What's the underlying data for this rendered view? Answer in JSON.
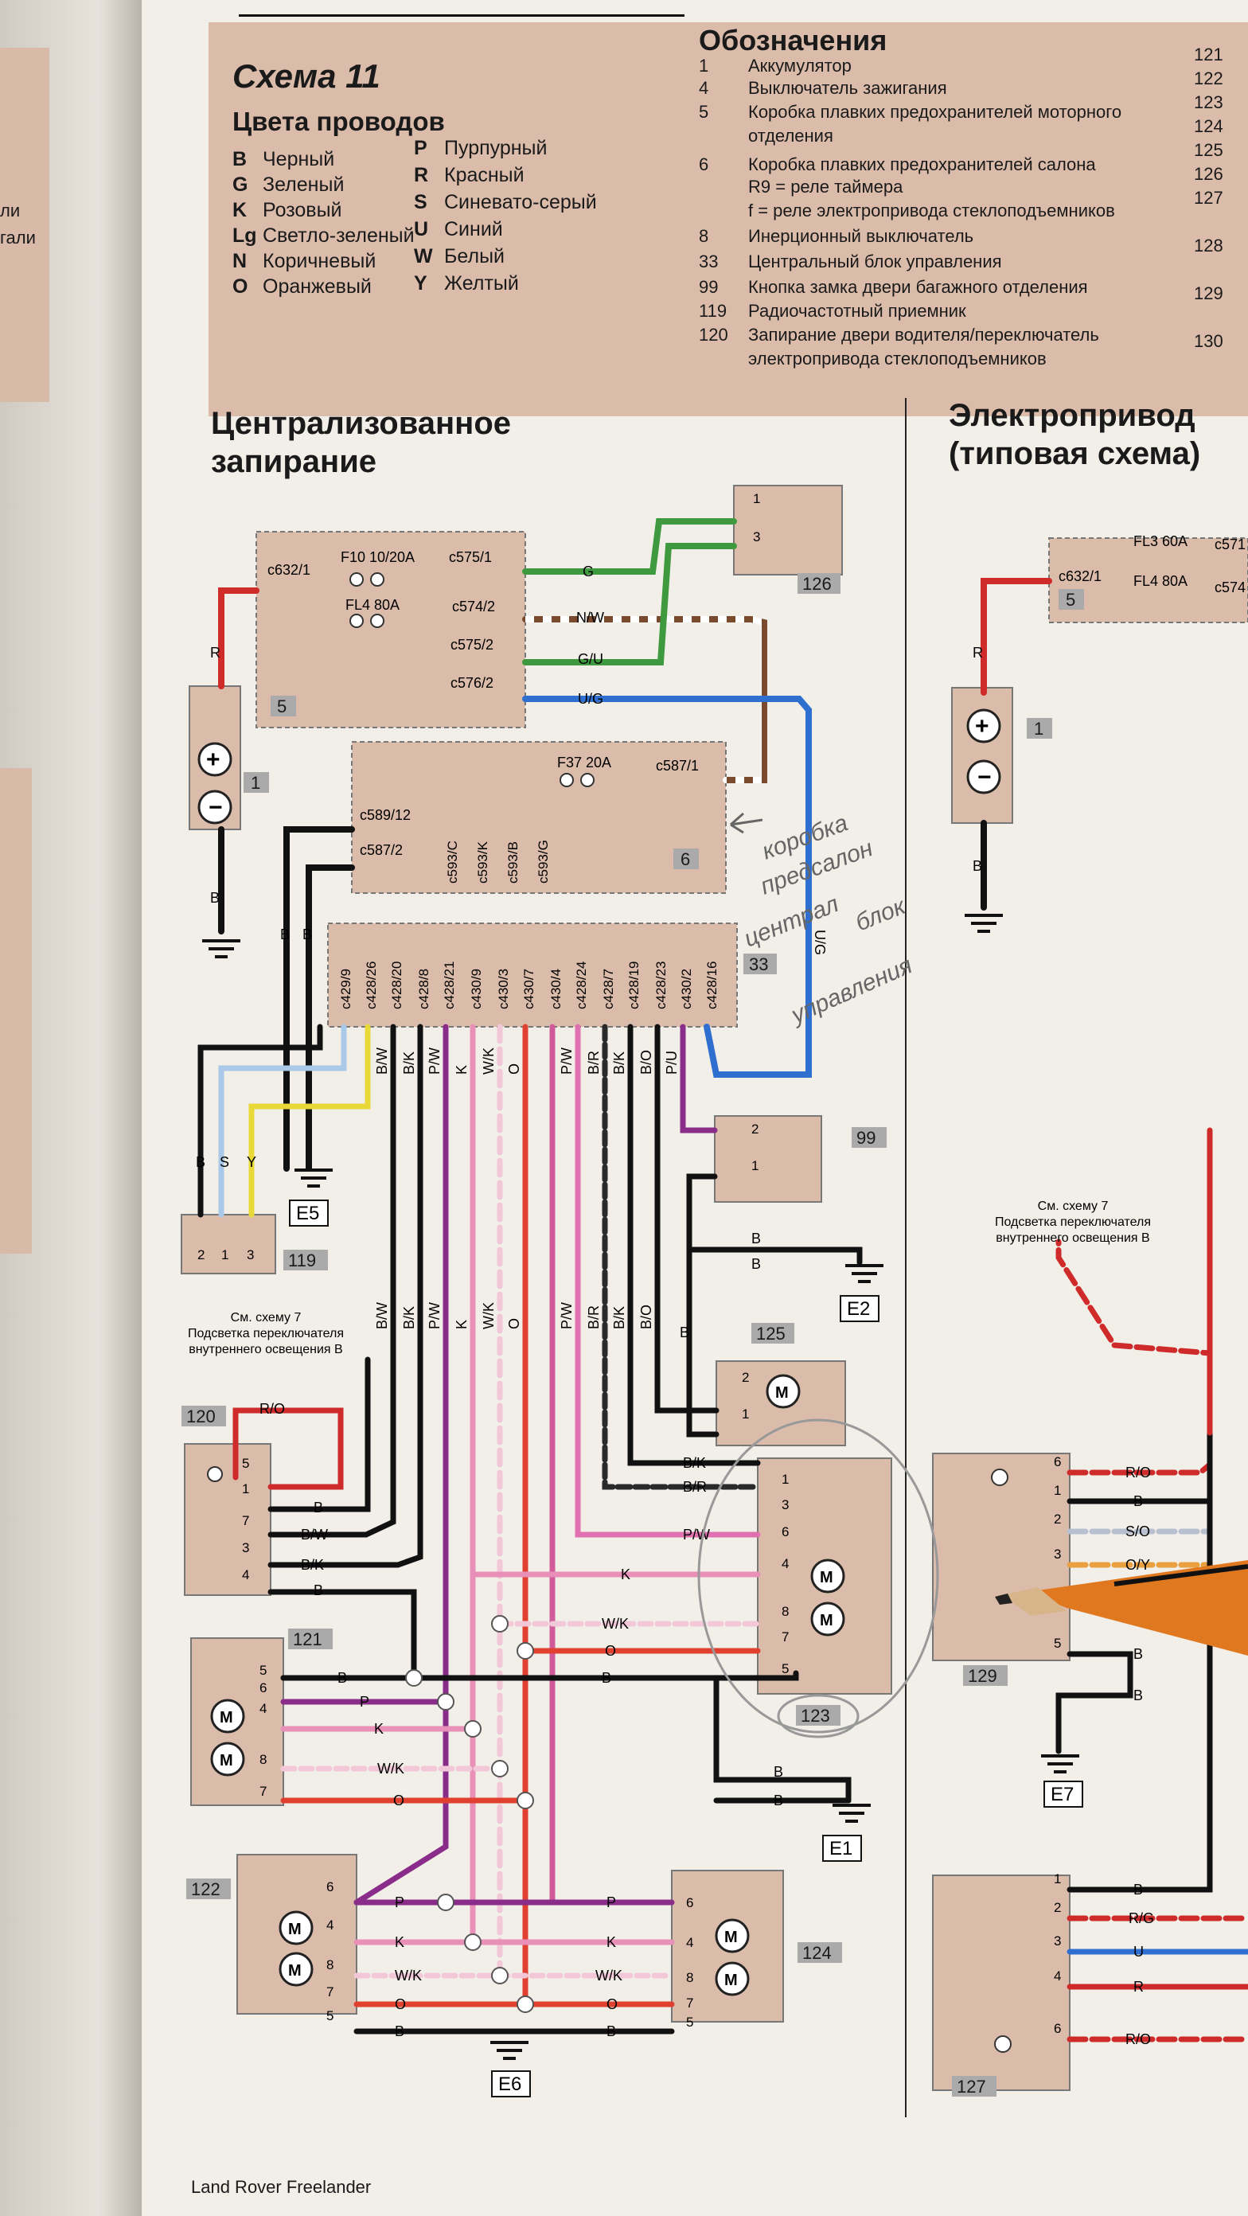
{
  "header": {
    "title": "Схема 11",
    "wire_colors_title": "Цвета проводов",
    "wire_colors": [
      {
        "code": "B",
        "name": "Черный"
      },
      {
        "code": "G",
        "name": "Зеленый"
      },
      {
        "code": "K",
        "name": "Розовый"
      },
      {
        "code": "Lg",
        "name": "Светло-зеленый"
      },
      {
        "code": "N",
        "name": "Коричневый"
      },
      {
        "code": "O",
        "name": "Оранжевый"
      },
      {
        "code": "P",
        "name": "Пурпурный"
      },
      {
        "code": "R",
        "name": "Красный"
      },
      {
        "code": "S",
        "name": "Синевато-серый"
      },
      {
        "code": "U",
        "name": "Синий"
      },
      {
        "code": "W",
        "name": "Белый"
      },
      {
        "code": "Y",
        "name": "Желтый"
      }
    ],
    "legend_title": "Обозначения",
    "legend_lines": [
      {
        "num": "1",
        "text": "Аккумулятор"
      },
      {
        "num": "4",
        "text": "Выключатель зажигания"
      },
      {
        "num": "5",
        "text": "Коробка плавких предохранителей моторного"
      },
      {
        "num": "",
        "text": "отделения"
      },
      {
        "num": "6",
        "text": "Коробка плавких предохранителей салона"
      },
      {
        "num": "",
        "text": "R9 = реле таймера"
      },
      {
        "num": "",
        "text": "f = реле электропривода стеклоподъемников"
      },
      {
        "num": "8",
        "text": "Инерционный выключатель"
      },
      {
        "num": "33",
        "text": "Центральный блок управления"
      },
      {
        "num": "99",
        "text": "Кнопка замка двери багажного отделения"
      },
      {
        "num": "119",
        "text": "Радиочастотный приемник"
      },
      {
        "num": "120",
        "text": "Запирание двери водителя/переключатель"
      },
      {
        "num": "",
        "text": "электропривода стеклоподъемников"
      }
    ],
    "legend_right_nums": [
      "121",
      "122",
      "123",
      "124",
      "125",
      "126",
      "127",
      "128",
      "129",
      "130"
    ]
  },
  "left_page_fragments": [
    "ли",
    "гали"
  ],
  "section_left_title": [
    "Централизованное",
    "запирание"
  ],
  "section_right_title": [
    "Электропривод",
    "(типовая схема)"
  ],
  "diagram": {
    "components": {
      "c1": "1",
      "c5": "5",
      "c6": "6",
      "c33": "33",
      "c99": "99",
      "c119": "119",
      "c120": "120",
      "c121": "121",
      "c122": "122",
      "c123": "123",
      "c124": "124",
      "c125": "125",
      "c126": "126",
      "r1": "1",
      "r5": "5",
      "r127": "127",
      "r129": "129"
    },
    "grounds": {
      "e1": "E1",
      "e2": "E2",
      "e5": "E5",
      "e6": "E6",
      "r_e7": "E7"
    },
    "fuses": {
      "f10": "F10 10/20A",
      "fl4": "FL4 80A",
      "f37": "F37 20A",
      "r_fl3": "FL3 60A",
      "r_fl4": "FL4 80A"
    },
    "connectors": {
      "c632_1": "c632/1",
      "c575_1": "c575/1",
      "c574_2": "c574/2",
      "c575_2": "c575/2",
      "c576_2": "c576/2",
      "c587_1": "c587/1",
      "c589_12": "c589/12",
      "c587_2": "c587/2",
      "c593_c": "c593/C",
      "c593_k": "c593/K",
      "c593_b": "c593/B",
      "c593_g": "c593/G",
      "r_c632_1": "c632/1",
      "r_c571": "c571",
      "r_c574": "c574",
      "bcm": [
        "c429/9",
        "c428/26",
        "c428/20",
        "c428/8",
        "c428/21",
        "c430/9",
        "c430/3",
        "c430/7",
        "c430/4",
        "c428/24",
        "c428/7",
        "c428/19",
        "c428/23",
        "c430/2",
        "c428/16"
      ]
    },
    "wire_labels": {
      "g": "G",
      "nw": "N/W",
      "gu": "G/U",
      "ug": "U/G",
      "r": "R",
      "b": "B",
      "s": "S",
      "y": "Y",
      "bw": "B/W",
      "bk": "B/K",
      "pw": "P/W",
      "wk": "W/K",
      "o": "O",
      "br": "B/R",
      "bo": "B/O",
      "pu": "P/U",
      "p": "P",
      "k": "K",
      "ro": "R/O",
      "so": "S/O",
      "oy": "O/Y",
      "rg": "R/G",
      "u": "U"
    },
    "notes": {
      "see7_line1": "См. схему 7",
      "see7_line2": "Подсветка переключателя",
      "see7_line3": "внутреннего освещения В"
    },
    "pins": {
      "p1": "1",
      "p2": "2",
      "p3": "3",
      "p4": "4",
      "p5": "5",
      "p6": "6",
      "p7": "7",
      "p8": "8",
      "motor": "M"
    },
    "handwriting": {
      "h1": "коробка",
      "h2": "предсалон",
      "h3": "централ",
      "h4": "блок",
      "h5": "управления"
    }
  },
  "footer": "Land Rover Freelander"
}
